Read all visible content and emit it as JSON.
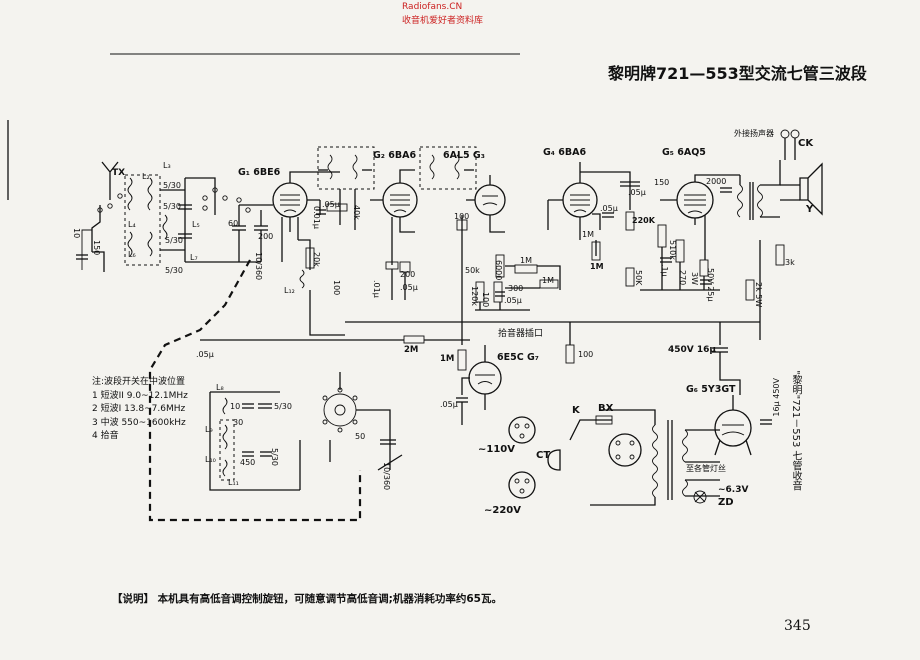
{
  "header": {
    "line1": "Radiofans.CN",
    "line2": "收音机爱好者资料库"
  },
  "title": "黎明牌721—553型交流七管三波段",
  "tubes": {
    "g1": "G₁ 6BE6",
    "g2": "G₂ 6BA6",
    "g3": "6AL5 G₃",
    "g4": "G₄ 6BA6",
    "g5": "G₅ 6AQ5",
    "g6": "G₆ 5Y3GT",
    "g7": "6E5C G₇"
  },
  "labels": {
    "tx": "TX",
    "ck": "CK",
    "speaker_y": "Y",
    "ext_speaker": "外接扬声器",
    "pickup_jack": "拾音器插口",
    "v110": "~110V",
    "v220": "~220V",
    "ct": "CT",
    "k": "K",
    "bx": "BX",
    "zd": "ZD",
    "v63": "~6.3V",
    "pilot_lamp": "至各管灯丝",
    "b450": "450V 16μ",
    "b16": "16μ 450V"
  },
  "components": {
    "l2": "L₂",
    "l3": "L₃",
    "l4": "L₄",
    "l5": "L₅",
    "l6": "L₆",
    "l7": "L₇",
    "l8": "L₈",
    "l9": "L₉",
    "l10": "L₁₀",
    "l11": "L₁₁",
    "l12": "L₁₂",
    "c530a": "5/30",
    "c530b": "5/30",
    "c530c": "5/30",
    "c530d": "5/30",
    "c150": "150",
    "c10a": "10",
    "c60": "60",
    "c200": "200",
    "c10360a": "10/360",
    "r20k": "20k",
    "r100a": "100",
    "r40k": "40k",
    "c01": "0.01μ",
    "c05a": ".05μ",
    "r200": "200",
    "c01b": ".01μ",
    "c05b": ".05μ",
    "r100b": "100",
    "r2m": "2M",
    "r1ma": "1M",
    "c05c": ".05μ",
    "r50k": "50k",
    "c6000": "6000",
    "r1mb": "1M",
    "r120k": "120k",
    "r1mc": "1M",
    "c300": "300",
    "c05d": ".05μ",
    "c100b": "100",
    "r220k": "220K",
    "c05e": ".05μ",
    "r1md": "1M",
    "r50kb": "50K",
    "c1u": ".1μ",
    "r510k": "510k",
    "r270": "270",
    "c3w": "3W",
    "c50v": "50V 25μ",
    "c150b": "150",
    "c2000": "2000",
    "r3k": "3k",
    "r2k5w": "2k 5W",
    "r100c": "100",
    "r1me": "1M",
    "c05f": ".05μ",
    "c10b": "10",
    "c30": "30",
    "c450": "450",
    "c530e": "5/30",
    "c530f": "5/30",
    "c50": "50",
    "c10360b": "10/360",
    "c05g": ".05μ"
  },
  "switch_notes": {
    "title": "注:波段开关在中波位置",
    "items": [
      "1 短波II 9.0~12.1MHz",
      "2 短波I 13.8~7.6MHz",
      "3 中波   550~1600kHz",
      "4 拾音"
    ]
  },
  "description": "【说明】  本机具有高低音调控制旋钮，可随意调节高低音调;机器消耗功率约65瓦。",
  "side_text": "\"黎明\"721－553 七管收音",
  "page_number": "345"
}
